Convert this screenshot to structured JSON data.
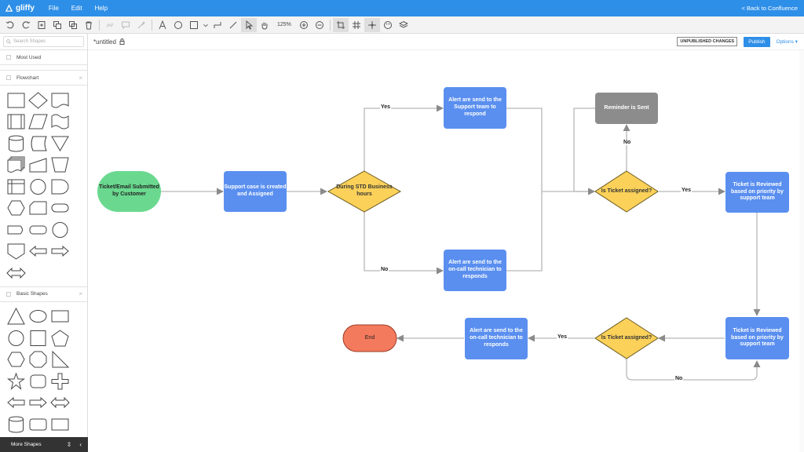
{
  "app": {
    "name": "gliffy",
    "back_link": "< Back to Confluence"
  },
  "menu": [
    "File",
    "Edit",
    "Help"
  ],
  "toolbar": {
    "zoom": "125%"
  },
  "sidebar": {
    "search_placeholder": "Search Shapes",
    "sections": [
      {
        "label": "Most Used"
      },
      {
        "label": "Flowchart"
      },
      {
        "label": "Basic Shapes"
      }
    ],
    "more_shapes": "More Shapes"
  },
  "document": {
    "title": "*untitled",
    "status": "UNPUBLISHED CHANGES",
    "publish": "Publish",
    "options": "Options"
  },
  "colors": {
    "accent": "#2e8fe8",
    "blue_node": "#5a8ff0",
    "green_node": "#6ad98f",
    "orange_node": "#f47a5e",
    "diamond": "#fbd15a",
    "gray_node": "#8c8c8c"
  },
  "diagram": {
    "nodes": {
      "start": "Ticket/Email Submitted by Customer",
      "support_case": "Support case is created and Assigned",
      "std_hours": "During STD Business hours",
      "alert_support": "Alert are send to the Support team to respond",
      "alert_oncall_1": "Alert are send to the on-call technician to responds",
      "reminder": "Reminder is Sent",
      "assigned_1": "Is Ticket assigned?",
      "reviewed_1": "Ticket is Reviewed based on priority by support team",
      "reviewed_2": "Ticket is Reviewed based on priority by support team",
      "assigned_2": "Is Ticket assigned?",
      "alert_oncall_2": "Alert are send to the on-call technician to responds",
      "end": "End"
    },
    "labels": {
      "yes_1": "Yes",
      "no_1": "No",
      "no_2": "No",
      "yes_2": "Yes",
      "yes_3": "Yes",
      "no_3": "No"
    }
  }
}
